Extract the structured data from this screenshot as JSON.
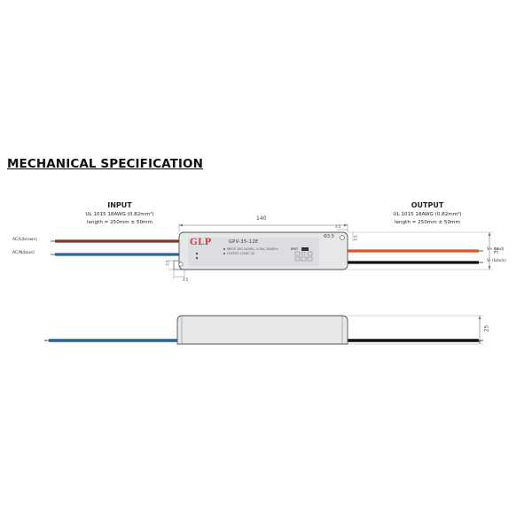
{
  "title": "MECHANICAL SPECIFICATION",
  "input": {
    "heading": "INPUT",
    "cable_spec": "UL 1015 18AWG (0.82mm²)",
    "length": "length = 250mm ± 50mm",
    "wires": [
      {
        "label": "AC/L(brown)",
        "color": "#7a3b27"
      },
      {
        "label": "AC/N(blue)",
        "color": "#2a6496"
      }
    ]
  },
  "output": {
    "heading": "OUTPUT",
    "cable_spec": "UL 1015 18AWG (0.82mm²)",
    "length": "length = 250mm ± 50mm",
    "wires": [
      {
        "label": "V+ (red)",
        "color": "#e4522a"
      },
      {
        "label": "V- (black)",
        "color": "#111111"
      }
    ]
  },
  "device": {
    "logo": "GLP",
    "model": "GPV-35-12E",
    "label_lines": [
      "INPUT: 200-240VAC, 0.35A, 50/60Hz",
      "OUTPUT: 12VDC 3A"
    ],
    "ip_rating": "IP67",
    "body_color": "#e6e7e9"
  },
  "dimensions": {
    "length": "140",
    "height": "32",
    "thickness": "25",
    "hole": "Φ3.5",
    "edge_offset": "3.5",
    "corner_offset": "3.5",
    "right_offset": "3.5",
    "bottom_offset": "3.5"
  }
}
